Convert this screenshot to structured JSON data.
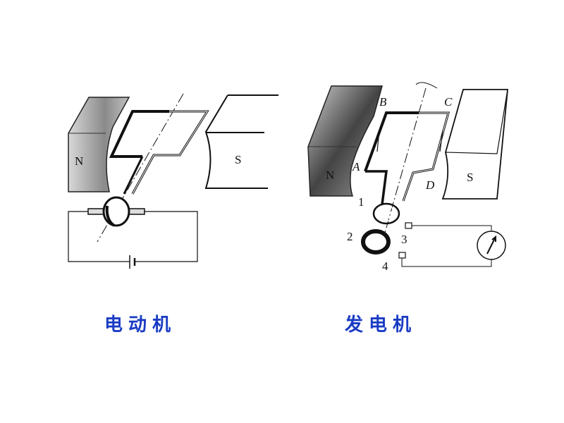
{
  "motor": {
    "caption": "电动机",
    "north_label": "N",
    "south_label": "S"
  },
  "generator": {
    "caption": "发电机",
    "north_label": "N",
    "south_label": "S",
    "corner_labels": {
      "a": "A",
      "b": "B",
      "c": "C",
      "d": "D"
    },
    "part_labels": {
      "one": "1",
      "two": "2",
      "three": "3",
      "four": "4"
    }
  },
  "colors": {
    "caption": "#1a3bc4"
  }
}
